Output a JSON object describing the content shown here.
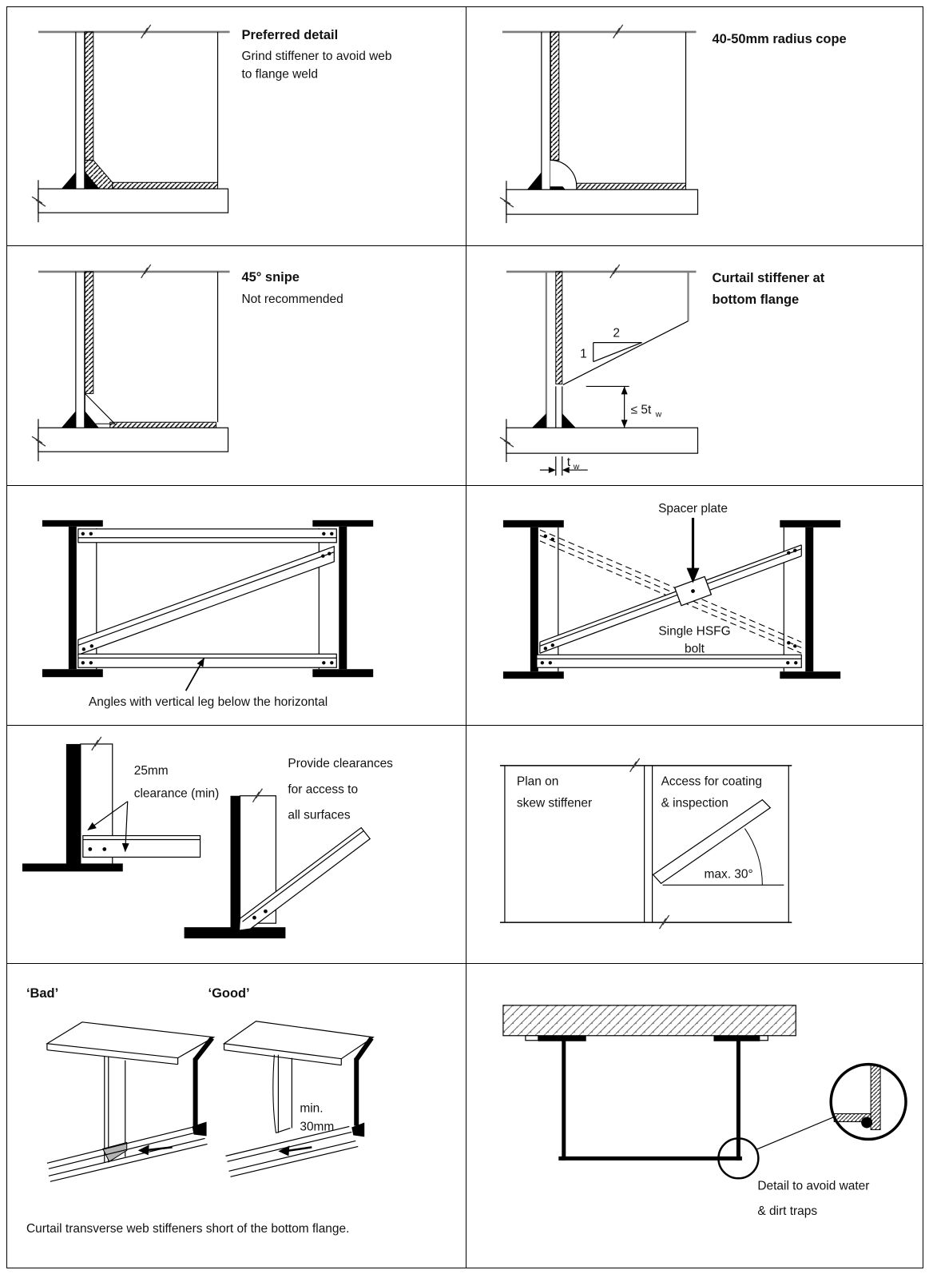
{
  "page": {
    "background": "#ffffff",
    "ink": "#000000",
    "gray_line": "#7d7d7d"
  },
  "panel1": {
    "title": "Preferred detail",
    "desc1": "Grind stiffener to avoid web",
    "desc2": "to flange weld"
  },
  "panel2": {
    "title": "40-50mm radius cope"
  },
  "panel3": {
    "title": "45° snipe",
    "desc": "Not recommended"
  },
  "panel4": {
    "title1": "Curtail stiffener at",
    "title2": "bottom flange",
    "slope_run": "2",
    "slope_rise": "1",
    "gap_dim": "≤ 5t",
    "gap_dim_sub": "w",
    "web_dim": "t",
    "web_dim_sub": "w"
  },
  "panel5": {
    "caption": "Angles with vertical leg below the horizontal"
  },
  "panel6": {
    "spacer": "Spacer plate",
    "bolt1": "Single HSFG",
    "bolt2": "bolt"
  },
  "panel7": {
    "clr1": "25mm",
    "clr2": "clearance (min)",
    "note1": "Provide clearances",
    "note2": "for access to",
    "note3": "all surfaces"
  },
  "panel8": {
    "left1": "Plan on",
    "left2": "skew stiffener",
    "right1": "Access for coating",
    "right2": "& inspection",
    "angle": "max. 30°"
  },
  "panel9": {
    "bad": "‘Bad’",
    "good": "‘Good’",
    "min1": "min.",
    "min2": "30mm",
    "caption": "Curtail transverse web stiffeners short of the bottom flange."
  },
  "panel10": {
    "cap1": "Detail to avoid water",
    "cap2": "& dirt traps"
  }
}
